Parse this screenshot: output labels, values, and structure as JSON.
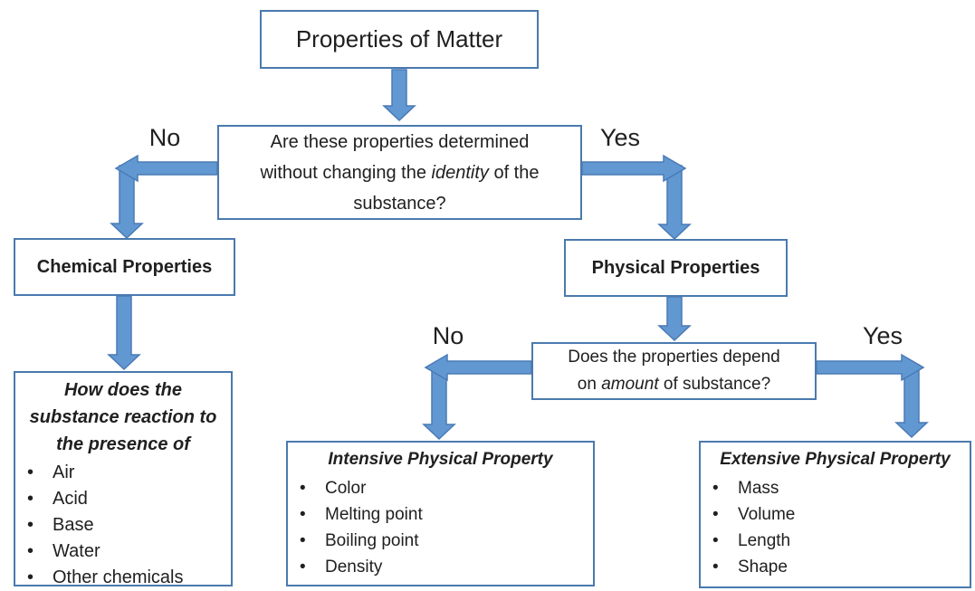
{
  "title_box": {
    "text": "Properties of Matter"
  },
  "decision1": {
    "line1": "Are these properties determined",
    "line2_pre": "without changing the ",
    "line2_em": "identity",
    "line2_post": " of the",
    "line3": "substance?",
    "no_label": "No",
    "yes_label": "Yes"
  },
  "decision2": {
    "line1": "Does the properties depend",
    "line2_pre": "on ",
    "line2_em": "amount",
    "line2_post": " of substance?",
    "no_label": "No",
    "yes_label": "Yes"
  },
  "chemical_box": {
    "title": "Chemical Properties"
  },
  "physical_box": {
    "title": "Physical Properties"
  },
  "chemical_detail_box": {
    "heading_line1": "How does the",
    "heading_line2": "substance reaction to",
    "heading_line3": "the presence of",
    "items": [
      "Air",
      "Acid",
      "Base",
      "Water",
      "Other chemicals"
    ]
  },
  "intensive_box": {
    "heading": "Intensive Physical Property",
    "items": [
      "Color",
      "Melting point",
      "Boiling point",
      "Density"
    ]
  },
  "extensive_box": {
    "heading": "Extensive Physical Property",
    "items": [
      "Mass",
      "Volume",
      "Length",
      "Shape"
    ]
  },
  "colors": {
    "arrow_fill": "#6298d2",
    "arrow_stroke": "#4a7ab5",
    "box_border": "#4a7aad",
    "text": "#202020",
    "background": "#ffffff"
  }
}
